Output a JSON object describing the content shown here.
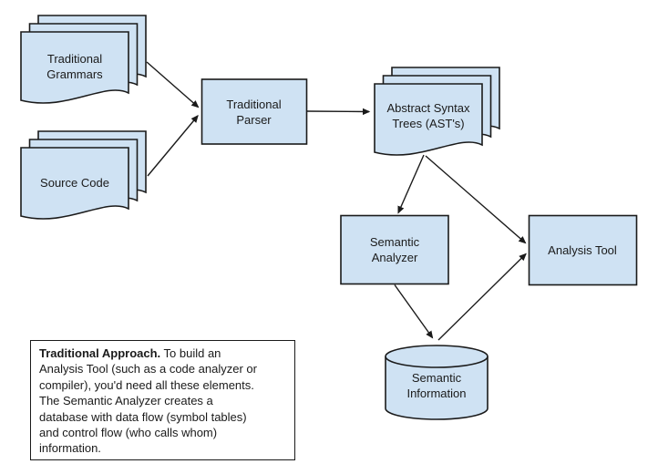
{
  "colors": {
    "shape_fill": "#cfe2f3",
    "shape_border": "#1a1a1a",
    "arrow": "#1a1a1a",
    "background": "#ffffff",
    "text": "#1a1a1a"
  },
  "nodes": {
    "traditional_grammars": {
      "label": "Traditional\nGrammars",
      "shape": "document-stack"
    },
    "source_code": {
      "label": "Source Code",
      "shape": "document-stack"
    },
    "traditional_parser": {
      "label": "Traditional\nParser",
      "shape": "process-rectangle"
    },
    "abstract_syntax_trees": {
      "label": "Abstract Syntax\nTrees (AST's)",
      "shape": "document-stack"
    },
    "semantic_analyzer": {
      "label": "Semantic\nAnalyzer",
      "shape": "process-rectangle"
    },
    "analysis_tool": {
      "label": "Analysis Tool",
      "shape": "process-rectangle"
    },
    "semantic_information": {
      "label": "Semantic\nInformation",
      "shape": "database-cylinder"
    }
  },
  "edges": [
    {
      "from": "Traditional Grammars",
      "to": "Traditional Parser"
    },
    {
      "from": "Source Code",
      "to": "Traditional Parser"
    },
    {
      "from": "Traditional Parser",
      "to": "Abstract Syntax Trees (AST's)"
    },
    {
      "from": "Abstract Syntax Trees (AST's)",
      "to": "Semantic Analyzer"
    },
    {
      "from": "Abstract Syntax Trees (AST's)",
      "to": "Analysis Tool"
    },
    {
      "from": "Semantic Analyzer",
      "to": "Semantic Information"
    },
    {
      "from": "Semantic Information",
      "to": "Analysis Tool"
    }
  ],
  "note": {
    "title": "Traditional Approach.",
    "body": " To build an\nAnalysis Tool (such as a code analyzer or\ncompiler), you'd need all these elements.\nThe Semantic Analyzer creates a\ndatabase with data flow (symbol tables)\nand control flow (who calls whom)\ninformation."
  }
}
